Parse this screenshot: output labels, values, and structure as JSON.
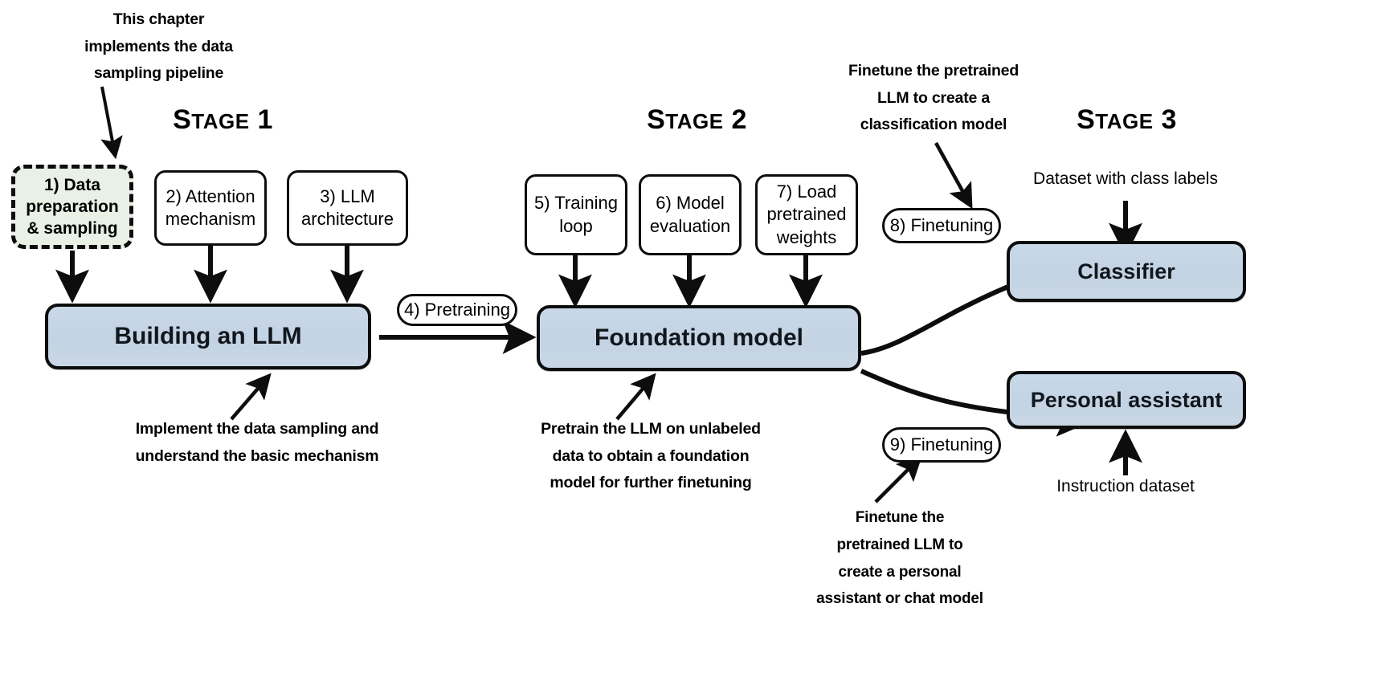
{
  "diagram": {
    "title": "Three-stage LLM build pipeline",
    "colors": {
      "blue_box": "#c5d5e6",
      "green_highlight": "#e9f0e5",
      "stroke": "#0d0d0d",
      "background": "#ffffff"
    }
  },
  "stages": [
    {
      "id": "stage1",
      "cap": "S",
      "rest": "TAGE",
      "num": " 1",
      "label": "Stage 1"
    },
    {
      "id": "stage2",
      "cap": "S",
      "rest": "TAGE",
      "num": " 2",
      "label": "Stage 2"
    },
    {
      "id": "stage3",
      "cap": "S",
      "rest": "TAGE",
      "num": " 3",
      "label": "Stage 3"
    }
  ],
  "annotations": {
    "chapter_note": "This chapter\nimplements the data\nsampling pipeline",
    "building_note": "Implement the data sampling and\nunderstand the basic mechanism",
    "pretrain_note": "Pretrain the LLM on unlabeled\ndata to obtain a foundation\nmodel for further finetuning",
    "classify_note": "Finetune the pretrained\nLLM to create a\nclassification model",
    "assistant_note": "Finetune the\npretrained LLM to\ncreate a personal\nassistant or chat model"
  },
  "steps": {
    "s1": "1) Data\npreparation\n& sampling",
    "s2": "2) Attention\nmechanism",
    "s3": "3) LLM\narchitecture",
    "s5": "5) Training\nloop",
    "s6": "6) Model\nevaluation",
    "s7": "7) Load\npretrained\nweights"
  },
  "pills": {
    "p4": "4) Pretraining",
    "p8": "8) Finetuning",
    "p9": "9) Finetuning"
  },
  "outputs": {
    "building": "Building an LLM",
    "foundation": "Foundation model",
    "classifier": "Classifier",
    "assistant": "Personal assistant"
  },
  "datasets": {
    "class_labels": "Dataset with class labels",
    "instruction": "Instruction dataset"
  }
}
